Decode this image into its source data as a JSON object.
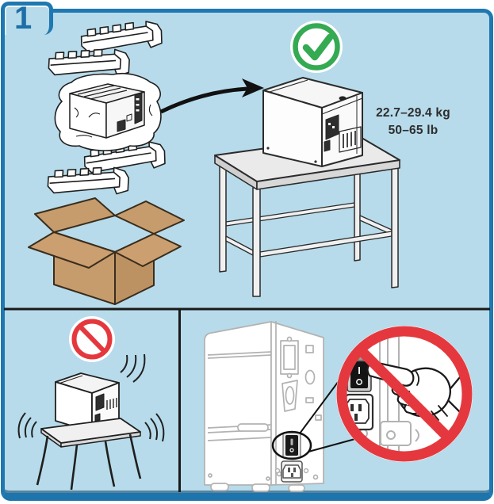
{
  "step": {
    "number": "1"
  },
  "weight_label": {
    "metric": "22.7–29.4 kg",
    "imperial": "50–65 lb"
  },
  "power_switch": {
    "on_label": "I",
    "off_label": "O"
  },
  "panels": {
    "top": {
      "result_icon": "green-check-circle",
      "scene": "unpack-printer-and-place-on-sturdy-table",
      "items": [
        "top-foam-insert",
        "upper-foam-insert",
        "printer-in-plastic-bag",
        "lower-foam-inserts",
        "cardboard-box",
        "arrow-to-table",
        "printer-on-sturdy-table"
      ]
    },
    "bottom_left": {
      "result_icon": "red-prohibition-circle",
      "scene": "do-not-place-printer-on-unstable-table"
    },
    "bottom_right": {
      "result_icon": "red-prohibition-circle",
      "scene": "do-not-press-power-switch-yet"
    }
  },
  "colors": {
    "page_background": "#b7dbea",
    "frame_blue": "#1f78b0",
    "step_number_blue": "#1d6fa8",
    "prohibition_red": "#e5383e",
    "check_green": "#34aa52",
    "box_brown": "#c69c6d",
    "ghost_gray": "#b2b2b2",
    "ink_black": "#1f1f1f"
  }
}
